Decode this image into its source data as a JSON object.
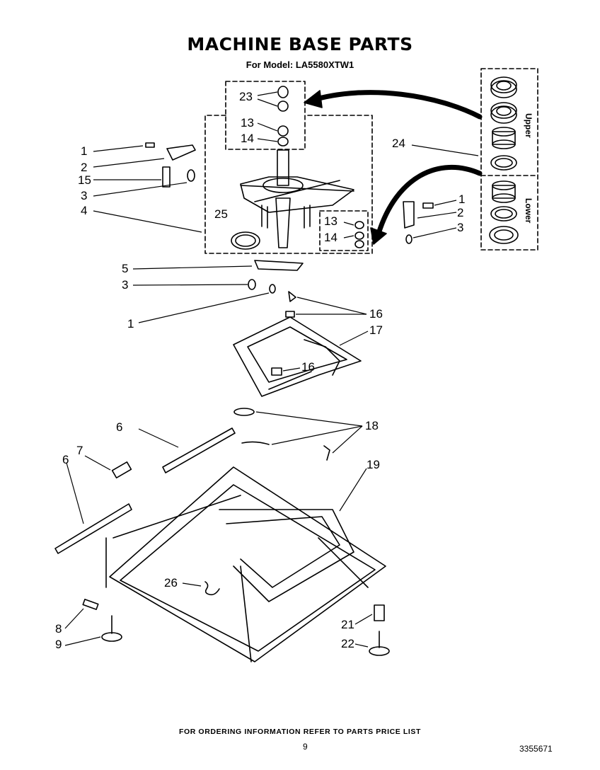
{
  "title": "MACHINE BASE PARTS",
  "subtitle": "For Model: LA5580XTW1",
  "legend": {
    "upper": "Upper",
    "lower": "Lower"
  },
  "callouts": {
    "c1a": "1",
    "c2a": "2",
    "c15": "15",
    "c3a": "3",
    "c4": "4",
    "c23": "23",
    "c13a": "13",
    "c14a": "14",
    "c24": "24",
    "c1b": "1",
    "c2b": "2",
    "c3b": "3",
    "c25": "25",
    "c13b": "13",
    "c14b": "14",
    "c5": "5",
    "c3c": "3",
    "c1c": "1",
    "c16a": "16",
    "c17": "17",
    "c16b": "16",
    "c6a": "6",
    "c18": "18",
    "c7": "7",
    "c6b": "6",
    "c19": "19",
    "c26": "26",
    "c8": "8",
    "c9": "9",
    "c21": "21",
    "c22": "22"
  },
  "footer": "FOR ORDERING INFORMATION REFER TO PARTS PRICE LIST",
  "page_number": "9",
  "part_number": "3355671"
}
